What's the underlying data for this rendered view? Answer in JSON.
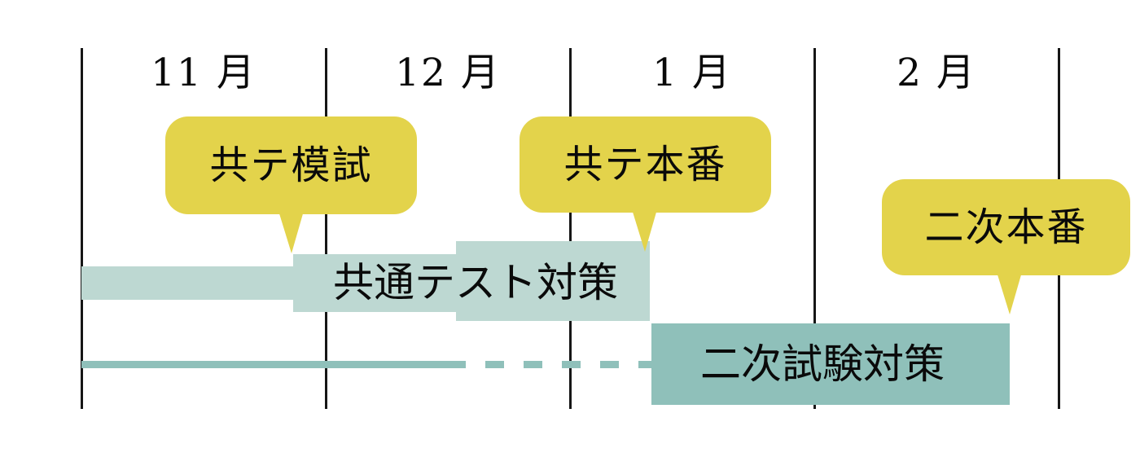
{
  "colors": {
    "yellow": "#e3d34b",
    "light_teal": "#bdd8d2",
    "teal": "#8fc0ba",
    "line": "#161616",
    "text": "#0a0a0a",
    "background": "#ffffff"
  },
  "months": [
    {
      "label": "11 月"
    },
    {
      "label": "12 月"
    },
    {
      "label": "1 月"
    },
    {
      "label": "2 月"
    }
  ],
  "callouts": [
    {
      "id": "kyote-moshi",
      "label": "共テ模試",
      "points_to": "late November on the 共通テスト対策 bar"
    },
    {
      "id": "kyote-honban",
      "label": "共テ本番",
      "points_to": "mid January at the end of the 共通テスト対策 bar"
    },
    {
      "id": "niji-honban",
      "label": "二次本番",
      "points_to": "late February at the end of the 二次試験対策 bar"
    }
  ],
  "bars": [
    {
      "id": "kyotsu-test-prep",
      "label": "共通テスト対策"
    },
    {
      "id": "niji-exam-prep",
      "label": "二次試験対策"
    }
  ],
  "chart_data": {
    "type": "gantt",
    "title": "",
    "x_axis": {
      "unit": "month",
      "categories": [
        "11月",
        "12月",
        "1月",
        "2月"
      ],
      "gridlines": true
    },
    "tasks": [
      {
        "name": "共通テスト対策",
        "start": "11月初",
        "end": "1月中旬",
        "style": "light teal bar whose height increases in 3 steps (emphasis grows toward the test)",
        "segments_months": [
          [
            0,
            0.87
          ],
          [
            0.87,
            1.53
          ],
          [
            1.53,
            2.33
          ]
        ]
      },
      {
        "name": "二次試験対策",
        "start": "11月初",
        "end": "2月下旬",
        "style": "thin teal line (solid 11月初–12月下旬, dashed 12月下旬–1月中旬) then full teal bar 1月中旬–2月下旬",
        "thin_solid_months": [
          0,
          1.57
        ],
        "thin_dashed_months": [
          1.57,
          2.33
        ],
        "bar_months": [
          2.33,
          3.8
        ]
      }
    ],
    "milestones": [
      {
        "name": "共テ模試",
        "time_months": 0.86,
        "approx": "11月下旬"
      },
      {
        "name": "共テ本番",
        "time_months": 2.31,
        "approx": "1月中旬"
      },
      {
        "name": "二次本番",
        "time_months": 3.8,
        "approx": "2月下旬"
      }
    ],
    "legend": "none"
  }
}
